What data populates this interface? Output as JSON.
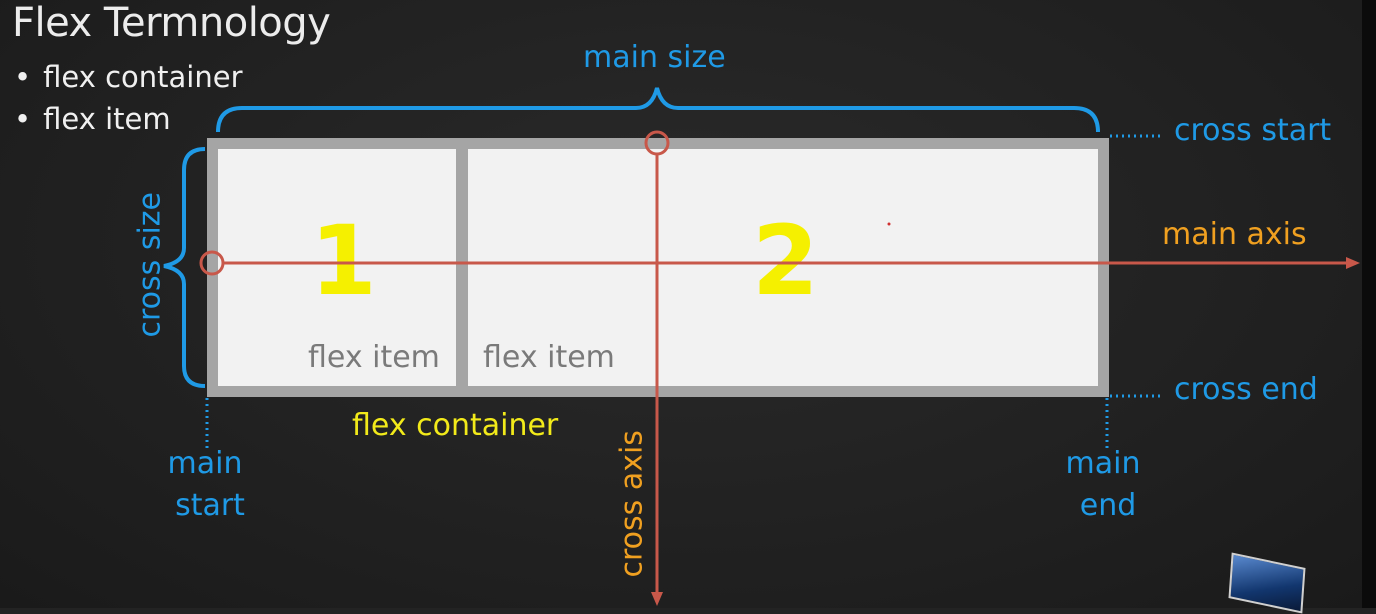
{
  "title": "Flex Termnology",
  "bullets": [
    "flex container",
    "flex item"
  ],
  "labels": {
    "main_size": "main size",
    "cross_size": "cross size",
    "cross_start": "cross start",
    "cross_end": "cross end",
    "main_axis": "main axis",
    "cross_axis": "cross axis",
    "main_start_1": "main",
    "main_start_2": "start",
    "main_end_1": "main",
    "main_end_2": "end",
    "flex_container": "flex container",
    "item1_number": "1",
    "item2_number": "2",
    "item1_label": "flex item",
    "item2_label": "flex item"
  },
  "colors": {
    "background": "#232323",
    "blue": "#1f9ae6",
    "orange_text": "#f0a020",
    "axis_red": "#c8584a",
    "yellow": "#f2ea1a",
    "container_grey": "#a5a5a5",
    "item_fill": "#f2f2f2"
  }
}
